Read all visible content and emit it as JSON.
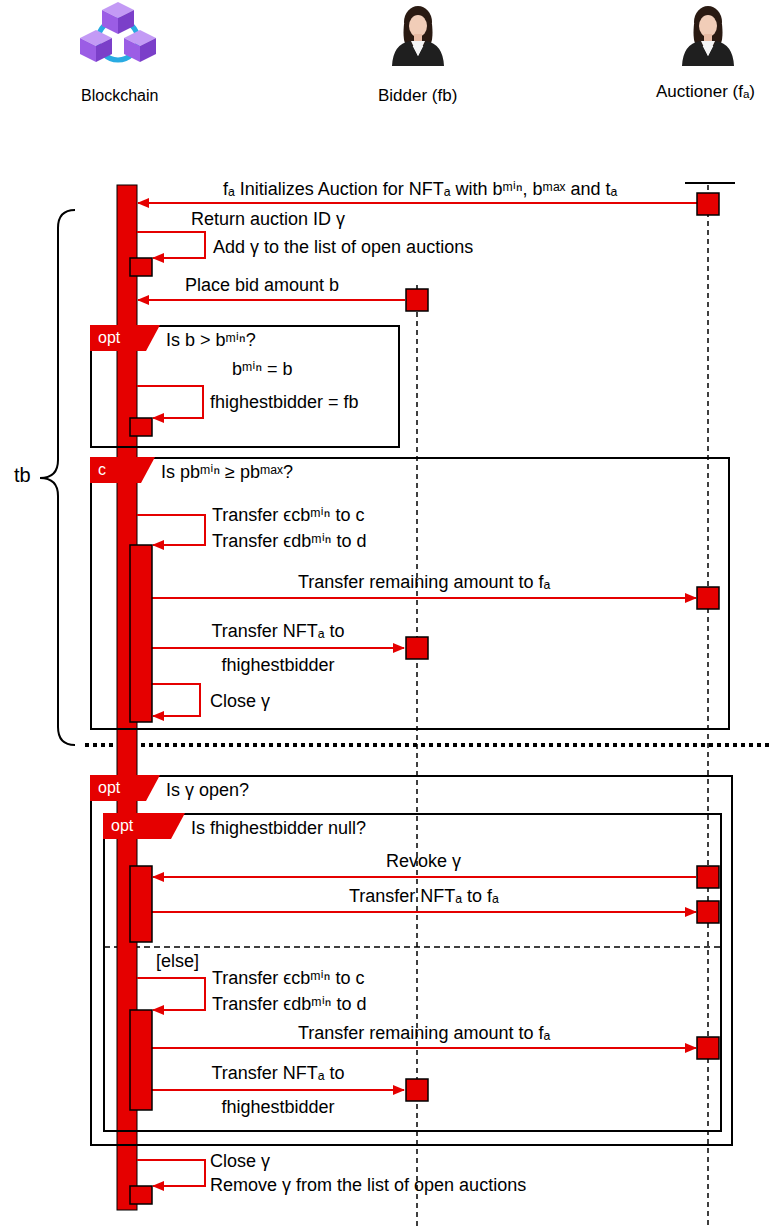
{
  "diagram": {
    "nodes": [
      {
        "text": [
          "Blockchain"
        ]
      },
      {
        "text": [
          "Bidder (fb)"
        ]
      },
      {
        "text": [
          "Auctioner (fₐ)"
        ]
      },
      {
        "text": [
          "opt",
          "Is b > bᵐⁱⁿ?"
        ]
      },
      {
        "text": [
          "c",
          "Is pbᵐⁱⁿ ≥ pbᵐᵃˣ?"
        ]
      },
      {
        "text": [
          "opt",
          "Is γ open?"
        ]
      },
      {
        "text": [
          "opt",
          "Is fhighestbidder null?"
        ],
        "in": 5
      }
    ],
    "labels": [
      "fₐ Initializes Auction for NFTₐ with bᵐⁱⁿ, bᵐᵃˣ and tₐ",
      "Return auction ID γ",
      "Add γ to the list of open auctions",
      "Place bid amount b",
      "bᵐⁱⁿ = b",
      "fhighestbidder = fb",
      "Transfer ϵcbᵐⁱⁿ to c",
      "Transfer ϵdbᵐⁱⁿ to d",
      "Transfer remaining amount to fₐ",
      "Transfer NFTₐ to fhighestbidder",
      "Close γ",
      "tb",
      "Revoke γ",
      "Transfer NFTₐ to fₐ",
      "[else]",
      "Transfer ϵcbᵐⁱⁿ to c",
      "Transfer ϵdbᵐⁱⁿ to d",
      "Transfer remaining amount to fₐ",
      "Transfer NFTₐ to fhighestbidder",
      "Close γ",
      "Remove γ from the list of open auctions"
    ]
  }
}
